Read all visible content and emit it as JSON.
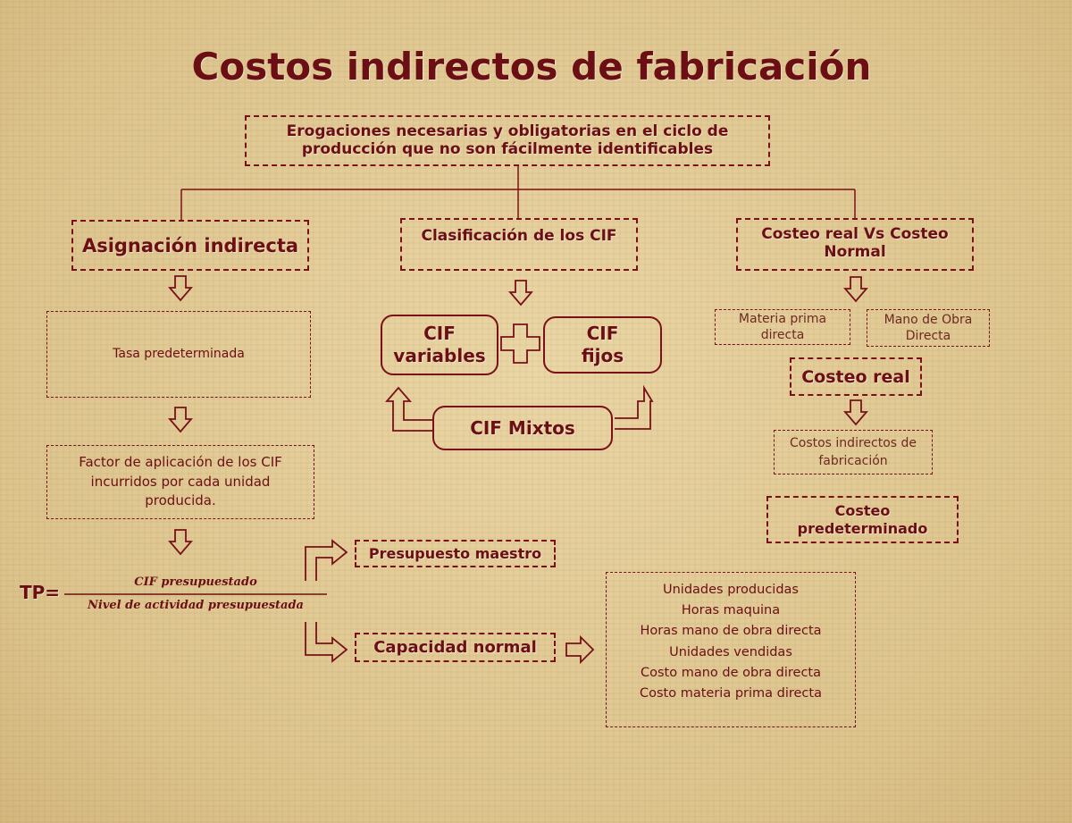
{
  "title": "Costos indirectos de fabricación",
  "definition": "Erogaciones necesarias y obligatorias en el ciclo de producción que no son fácilmente identificables",
  "branches": {
    "left": {
      "header": "Asignación indirecta",
      "rate_box": "Tasa predeterminada",
      "factor_box": "Factor de aplicación de los CIF incurridos por cada unidad producida.",
      "formula": {
        "lhs": "TP=",
        "numerator": "CIF presupuestado",
        "denominator": "Nivel de actividad presupuestada"
      },
      "budget": "Presupuesto maestro",
      "capacity": "Capacidad normal",
      "activity_bases": [
        "Unidades producidas",
        "Horas maquina",
        "Horas mano de obra directa",
        "Unidades vendidas",
        "Costo mano de obra directa",
        "Costo materia prima directa"
      ]
    },
    "middle": {
      "header": "Clasificación de los CIF",
      "variable_line1": "CIF",
      "variable_line2": "variables",
      "fixed_line1": "CIF",
      "fixed_line2": "fijos",
      "mixed": "CIF Mixtos"
    },
    "right": {
      "header": "Costeo real Vs Costeo Normal",
      "raw_material": "Materia prima directa",
      "labor": "Mano de Obra Directa",
      "real_costing": "Costeo real",
      "indirect_costs": "Costos indirectos de fabricación",
      "predetermined_costing": "Costeo predeterminado"
    }
  },
  "colors": {
    "ink": "#6b0f14",
    "background": "#e0c995"
  }
}
